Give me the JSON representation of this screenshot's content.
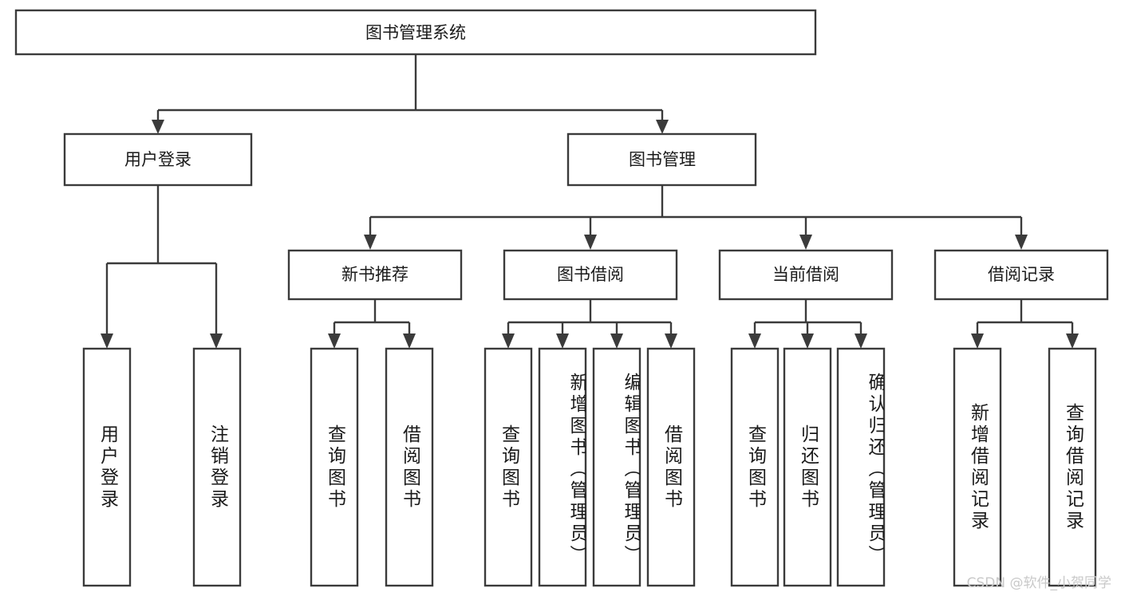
{
  "diagram": {
    "title": "图书管理系统",
    "type": "hierarchy-tree",
    "colors": {
      "stroke": "#3b3b3b",
      "fill": "#ffffff",
      "text": "#1a1a1a",
      "watermark": "#c9c9c9"
    },
    "root": {
      "label": "图书管理系统"
    },
    "level2": [
      {
        "label": "用户登录"
      },
      {
        "label": "图书管理"
      }
    ],
    "level3": [
      {
        "label": "新书推荐"
      },
      {
        "label": "图书借阅"
      },
      {
        "label": "当前借阅"
      },
      {
        "label": "借阅记录"
      }
    ],
    "leaves": {
      "user_login": [
        {
          "label": "用户登录"
        },
        {
          "label": "注销登录"
        }
      ],
      "new_book_recommend": [
        {
          "label": "查询图书"
        },
        {
          "label": "借阅图书"
        }
      ],
      "book_borrow": [
        {
          "label": "查询图书"
        },
        {
          "label": "新增图书（管理员）"
        },
        {
          "label": "编辑图书（管理员）"
        },
        {
          "label": "借阅图书"
        }
      ],
      "current_borrow": [
        {
          "label": "查询图书"
        },
        {
          "label": "归还图书"
        },
        {
          "label": "确认归还（管理员）"
        }
      ],
      "borrow_record": [
        {
          "label": "新增借阅记录"
        },
        {
          "label": "查询借阅记录"
        }
      ]
    }
  },
  "watermark": {
    "text": "CSDN @软件_小贺同学"
  }
}
